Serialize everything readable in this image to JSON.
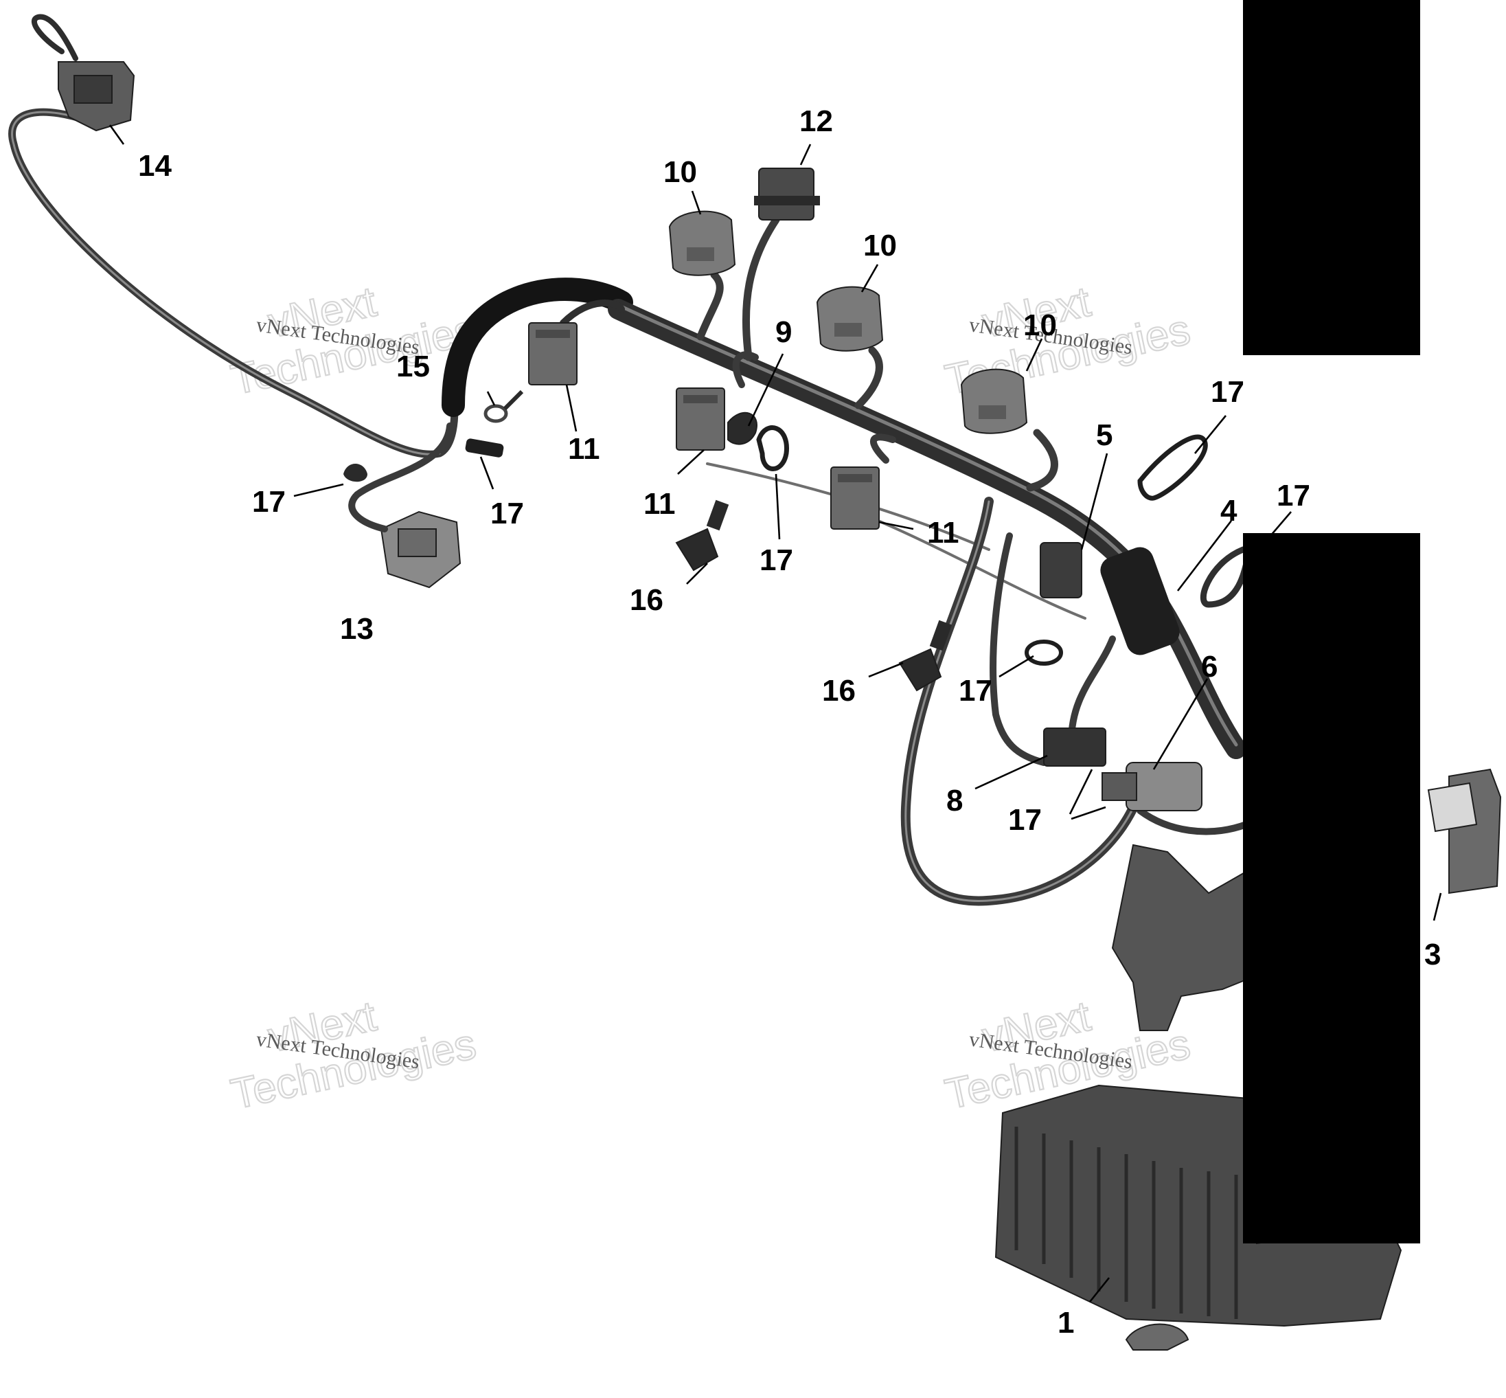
{
  "diagram": {
    "callouts": [
      {
        "id": "c1",
        "label": "1"
      },
      {
        "id": "c3",
        "label": "3"
      },
      {
        "id": "c4",
        "label": "4"
      },
      {
        "id": "c5",
        "label": "5"
      },
      {
        "id": "c6",
        "label": "6"
      },
      {
        "id": "c8",
        "label": "8"
      },
      {
        "id": "c9",
        "label": "9"
      },
      {
        "id": "c10a",
        "label": "10"
      },
      {
        "id": "c10b",
        "label": "10"
      },
      {
        "id": "c10c",
        "label": "10"
      },
      {
        "id": "c11a",
        "label": "11"
      },
      {
        "id": "c11b",
        "label": "11"
      },
      {
        "id": "c11c",
        "label": "11"
      },
      {
        "id": "c12",
        "label": "12"
      },
      {
        "id": "c13",
        "label": "13"
      },
      {
        "id": "c14",
        "label": "14"
      },
      {
        "id": "c15",
        "label": "15"
      },
      {
        "id": "c16a",
        "label": "16"
      },
      {
        "id": "c16b",
        "label": "16"
      },
      {
        "id": "c17a",
        "label": "17"
      },
      {
        "id": "c17b",
        "label": "17"
      },
      {
        "id": "c17c",
        "label": "17"
      },
      {
        "id": "c17d",
        "label": "17"
      },
      {
        "id": "c17e",
        "label": "17"
      },
      {
        "id": "c17f",
        "label": "17"
      },
      {
        "id": "c17g",
        "label": "17"
      }
    ],
    "watermark": {
      "company": "vNext",
      "word": "Technologies",
      "line": "vNext Technologies"
    }
  },
  "colors": {
    "wire_dark": "#2d2d2d",
    "wire_mid": "#6e6e6e",
    "connector": "#6a6a6a",
    "ecu": "#4a4a4a",
    "redaction": "#000000"
  }
}
